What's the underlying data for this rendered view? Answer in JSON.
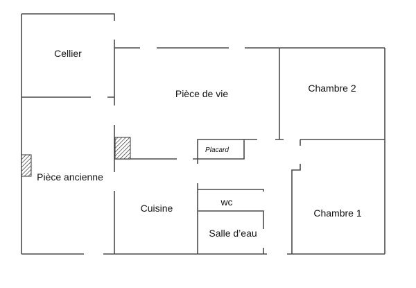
{
  "plan": {
    "type": "floor-plan",
    "colors": {
      "background": "#ffffff",
      "wall": "#4a4a4a",
      "text": "#111111",
      "hatch": "#333333"
    },
    "rooms": [
      {
        "id": "cellier",
        "label": "Cellier"
      },
      {
        "id": "piece-de-vie",
        "label": "Pièce de vie"
      },
      {
        "id": "chambre-2",
        "label": "Chambre 2"
      },
      {
        "id": "placard",
        "label": "Placard"
      },
      {
        "id": "piece-ancienne",
        "label": "Pièce ancienne"
      },
      {
        "id": "cuisine",
        "label": "Cuisine"
      },
      {
        "id": "wc",
        "label": "wc"
      },
      {
        "id": "salle-d-eau",
        "label": "Salle d’eau"
      },
      {
        "id": "chambre-1",
        "label": "Chambre 1"
      }
    ],
    "hatched_elements": [
      {
        "id": "chimney-left",
        "description": "hatched pillar on left wall of Pièce ancienne"
      },
      {
        "id": "chimney-center",
        "description": "hatched pillar at corner of Pièce de vie"
      }
    ]
  }
}
